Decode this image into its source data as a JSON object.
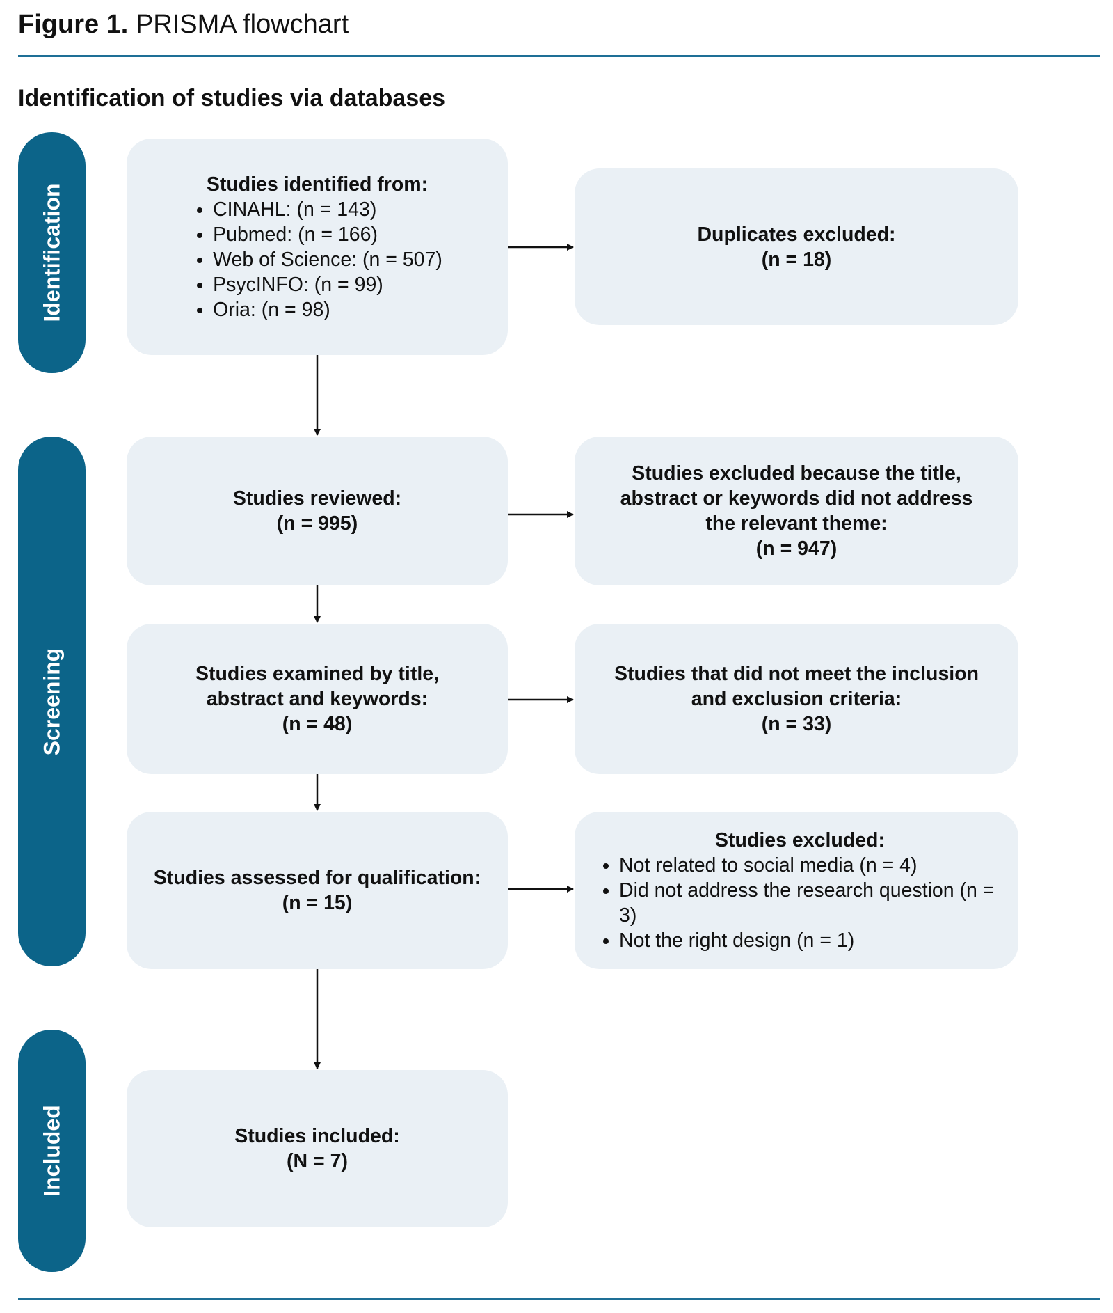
{
  "caption": {
    "label": "Figure 1.",
    "text": "PRISMA flowchart"
  },
  "heading": "Identification of studies via databases",
  "stages": [
    "Identification",
    "Screening",
    "Included"
  ],
  "identified": {
    "title": "Studies identified from:",
    "sources": [
      "CINAHL: (n = 143)",
      "Pubmed: (n = 166)",
      "Web of Science: (n = 507)",
      "PsycINFO: (n = 99)",
      "Oria: (n = 98)"
    ]
  },
  "duplicates": {
    "title": "Duplicates excluded:",
    "count": "(n = 18)"
  },
  "reviewed": {
    "title": "Studies reviewed:",
    "count": "(n = 995)"
  },
  "excluded_title": {
    "lines": [
      "Studies excluded because the title,",
      "abstract or keywords did not address",
      "the relevant theme:"
    ],
    "count": "(n = 947)"
  },
  "examined": {
    "lines": [
      "Studies examined by title,",
      "abstract and keywords:"
    ],
    "count": "(n = 48)"
  },
  "not_meet": {
    "lines": [
      "Studies that did not meet the inclusion",
      "and exclusion criteria:"
    ],
    "count": "(n = 33)"
  },
  "assessed": {
    "title": "Studies assessed for qualification:",
    "count": "(n = 15)"
  },
  "excluded_final": {
    "title": "Studies excluded:",
    "reasons": [
      "Not related to social media (n = 4)",
      "Did not address the research question (n = 3)",
      "Not the right design (n = 1)"
    ]
  },
  "included": {
    "title": "Studies included:",
    "count": "(N = 7)"
  }
}
